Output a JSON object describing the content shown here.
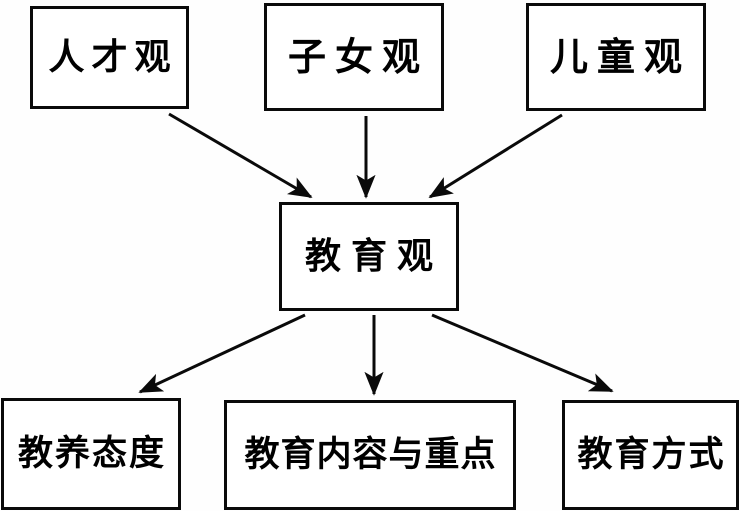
{
  "diagram": {
    "type": "flow-diagram",
    "orientation": "top-down",
    "background_color": "#fefefe",
    "stroke_color": "#0a0a0a",
    "text_color": "#000000",
    "nodes": [
      {
        "id": "rencaiguan",
        "label": "人才观",
        "row": "top",
        "column": 1
      },
      {
        "id": "zinvguan",
        "label": "子女观",
        "row": "top",
        "column": 2
      },
      {
        "id": "ertongguan",
        "label": "儿童观",
        "row": "top",
        "column": 3
      },
      {
        "id": "jiaoyuguan",
        "label": "教育观",
        "row": "middle",
        "column": 2
      },
      {
        "id": "jiaoyangtaidu",
        "label": "教养态度",
        "row": "bottom",
        "column": 1
      },
      {
        "id": "neirongzhongdian",
        "label": "教育内容与重点",
        "row": "bottom",
        "column": 2
      },
      {
        "id": "jiaoyufangshi",
        "label": "教育方式",
        "row": "bottom",
        "column": 3
      }
    ],
    "edges": [
      {
        "from": "rencaiguan",
        "to": "jiaoyuguan",
        "style": "arrow"
      },
      {
        "from": "zinvguan",
        "to": "jiaoyuguan",
        "style": "arrow"
      },
      {
        "from": "ertongguan",
        "to": "jiaoyuguan",
        "style": "arrow"
      },
      {
        "from": "jiaoyuguan",
        "to": "jiaoyangtaidu",
        "style": "arrow"
      },
      {
        "from": "jiaoyuguan",
        "to": "neirongzhongdian",
        "style": "arrow"
      },
      {
        "from": "jiaoyuguan",
        "to": "jiaoyufangshi",
        "style": "arrow"
      }
    ]
  }
}
